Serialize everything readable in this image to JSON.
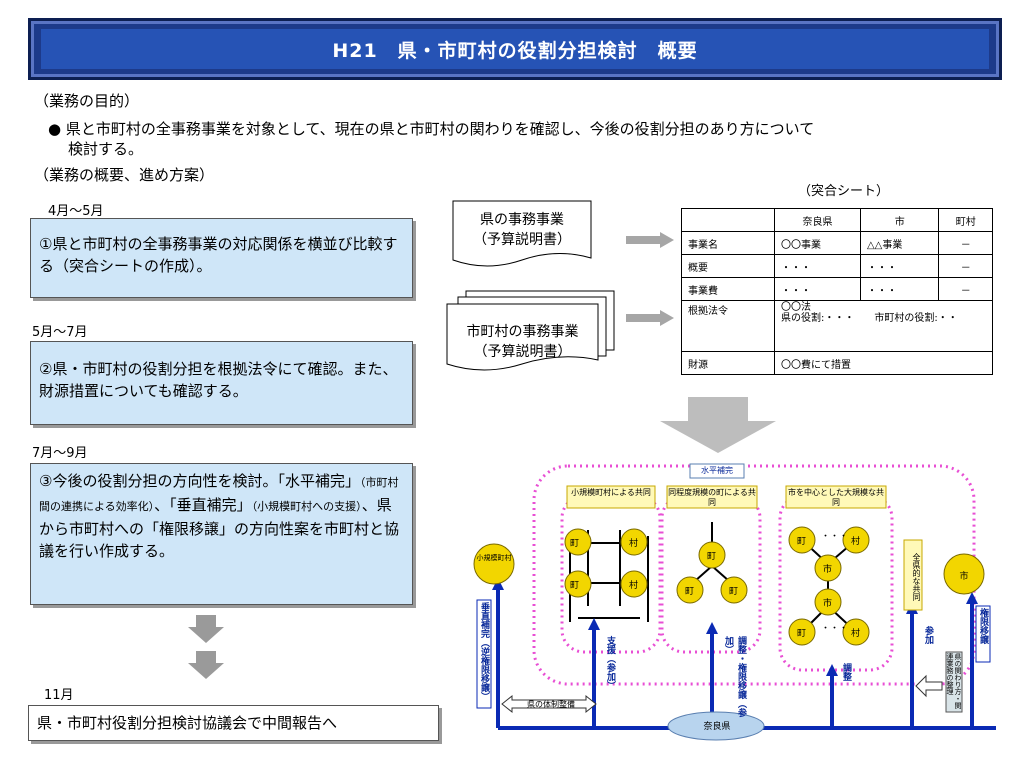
{
  "title": "H21　県・市町村の役割分担検討　概要",
  "purpose_heading": "（業務の目的）",
  "purpose_bullet": "● 県と市町村の全事務事業を対象として、現在の県と市町村の関わりを確認し、今後の役割分担のあり方について",
  "purpose_bullet_2": "検討する。",
  "overview_heading": "（業務の概要、進め方案）",
  "steps": [
    {
      "month": "4月～5月",
      "text": "①県と市町村の全事務事業の対応関係を横並び比較する（突合シートの作成）。"
    },
    {
      "month": "5月～7月",
      "text": "②県・市町村の役割分担を根拠法令にて確認。また、財源措置についても確認する。"
    },
    {
      "month": "7月～9月",
      "text_a": "③今後の役割分担の方向性を検討。「水平補完」",
      "text_b": "（市町村間の連携による効率化）",
      "text_c": "、「垂直補完」",
      "text_d": "（小規模町村への支援）",
      "text_e": "、県から市町村への「権限移譲」の方向性案を市町村と協議を行い作成する。"
    }
  ],
  "final": {
    "month": "11月",
    "text": "県・市町村役割分担検討協議会で中間報告へ"
  },
  "docs": {
    "pref": {
      "line1": "県の事務事業",
      "line2": "（予算説明書）"
    },
    "muni": {
      "line1": "市町村の事務事業",
      "line2": "（予算説明書）"
    }
  },
  "sheet": {
    "caption": "（突合シート）",
    "headers": [
      "",
      "奈良県",
      "市",
      "町村"
    ],
    "rows": [
      [
        "事業名",
        "〇〇事業",
        "△△事業",
        "－"
      ],
      [
        "概要",
        "・・・",
        "・・・",
        "－"
      ],
      [
        "事業費",
        "・・・",
        "・・・",
        "－"
      ],
      [
        "根拠法令",
        "〇〇法\n県の役割:・・・　　市町村の役割:・・",
        "",
        ""
      ],
      [
        "財源",
        "〇〇費にて措置",
        "",
        ""
      ]
    ]
  },
  "diagram": {
    "horizontal": "水平補完",
    "group1": "小規模町村による共同",
    "group2": "同程度規模の町による共同",
    "group3": "市を中心とした大規模な共同",
    "all_pref": "全県的な共同",
    "small_muni": "小規模町村",
    "city": "市",
    "nara": "奈良県",
    "pref_setup": "県の体制整備",
    "vertical": "垂直補完（逆権限移譲）",
    "support": "支援（参加）",
    "coord_transfer": "調整・権限移譲（参加）",
    "coord": "調整",
    "join": "参加",
    "transfer": "権限移譲",
    "pref_review": "県の関わり方・関連業務の整理",
    "town": "町",
    "village": "村",
    "dots": "・・・"
  }
}
